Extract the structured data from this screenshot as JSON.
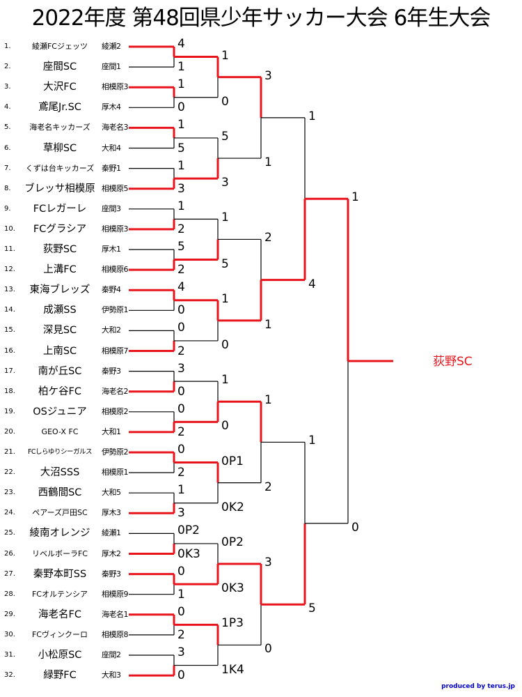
{
  "title": "2022年度 第48回県少年サッカー大会 6年生大会",
  "teams": [
    {
      "no": "1.",
      "name": "綾瀬FCジェッツ",
      "qual": "綾瀬2"
    },
    {
      "no": "2.",
      "name": "座間SC",
      "qual": "座間1"
    },
    {
      "no": "3.",
      "name": "大沢FC",
      "qual": "相模原3"
    },
    {
      "no": "4.",
      "name": "鳶尾Jr.SC",
      "qual": "厚木4"
    },
    {
      "no": "5.",
      "name": "海老名キッカーズ",
      "qual": "海老名3"
    },
    {
      "no": "6.",
      "name": "草柳SC",
      "qual": "大和4"
    },
    {
      "no": "7.",
      "name": "くずは台キッカーズ",
      "qual": "秦野1"
    },
    {
      "no": "8.",
      "name": "ブレッサ相模原",
      "qual": "相模原5"
    },
    {
      "no": "9.",
      "name": "FCレガーレ",
      "qual": "座間3"
    },
    {
      "no": "10.",
      "name": "FCグラシア",
      "qual": "相模原3"
    },
    {
      "no": "11.",
      "name": "荻野SC",
      "qual": "厚木1"
    },
    {
      "no": "12.",
      "name": "上溝FC",
      "qual": "相模原6"
    },
    {
      "no": "13.",
      "name": "東海ブレッズ",
      "qual": "秦野4"
    },
    {
      "no": "14.",
      "name": "成瀬SS",
      "qual": "伊勢原1"
    },
    {
      "no": "15.",
      "name": "深見SC",
      "qual": "大和2"
    },
    {
      "no": "16.",
      "name": "上南SC",
      "qual": "相模原7"
    },
    {
      "no": "17.",
      "name": "南が丘SC",
      "qual": "秦野3"
    },
    {
      "no": "18.",
      "name": "柏ケ谷FC",
      "qual": "海老名2"
    },
    {
      "no": "19.",
      "name": "OSジュニア",
      "qual": "相模原2"
    },
    {
      "no": "20.",
      "name": "GEO-X FC",
      "qual": "大和1"
    },
    {
      "no": "21.",
      "name": "FCしらゆりシーガルス",
      "qual": "伊勢原2"
    },
    {
      "no": "22.",
      "name": "大沼SSS",
      "qual": "相模原1"
    },
    {
      "no": "23.",
      "name": "西鶴間SC",
      "qual": "大和5"
    },
    {
      "no": "24.",
      "name": "ペアーズ戸田SC",
      "qual": "厚木3"
    },
    {
      "no": "25.",
      "name": "綾南オレンジ",
      "qual": "綾瀬1"
    },
    {
      "no": "26.",
      "name": "リベルボーラFC",
      "qual": "厚木2"
    },
    {
      "no": "27.",
      "name": "秦野本町SS",
      "qual": "秦野3"
    },
    {
      "no": "28.",
      "name": "FCオルテンシア",
      "qual": "相模原9"
    },
    {
      "no": "29.",
      "name": "海老名FC",
      "qual": "海老名1"
    },
    {
      "no": "30.",
      "name": "FCヴィンクーロ",
      "qual": "相模原8"
    },
    {
      "no": "31.",
      "name": "小松原SC",
      "qual": "座間2"
    },
    {
      "no": "32.",
      "name": "緑野FC",
      "qual": "大和3"
    }
  ],
  "round1_scores": [
    "4",
    "1",
    "1",
    "0",
    "1",
    "5",
    "1",
    "3",
    "1",
    "2",
    "5",
    "2",
    "4",
    "0",
    "0",
    "2",
    "3",
    "0",
    "0",
    "2",
    "0",
    "2",
    "1",
    "3",
    "0P2",
    "0K3",
    "0",
    "1",
    "0",
    "2",
    "3",
    "0"
  ],
  "round1_winners": [
    0,
    0,
    0,
    1,
    1,
    1,
    0,
    1,
    1,
    1,
    0,
    1,
    1,
    0,
    0,
    1
  ],
  "round2_scores": [
    "1",
    "0",
    "5",
    "3",
    "1",
    "5",
    "1",
    "0",
    "1",
    "0",
    "0P1",
    "0K2",
    "0P2",
    "0K3",
    "1P3",
    "1K4"
  ],
  "round2_winners": [
    0,
    1,
    1,
    0,
    1,
    0,
    1,
    0
  ],
  "round3_scores": [
    "3",
    "1",
    "2",
    "1",
    "1",
    "2",
    "3",
    "0"
  ],
  "round3_winners": [
    0,
    1,
    0,
    0
  ],
  "round4_scores": [
    "1",
    "4",
    "1",
    "5"
  ],
  "round4_winners": [
    1,
    1
  ],
  "final_scores": [
    "1",
    "0"
  ],
  "final_winner": 0,
  "champion": "荻野SC",
  "credit": "produced by terus.jp",
  "colors": {
    "winner_line": "#e8141b",
    "line": "#000000",
    "champion_text": "#e8141b",
    "credit_text": "#0000cc"
  }
}
